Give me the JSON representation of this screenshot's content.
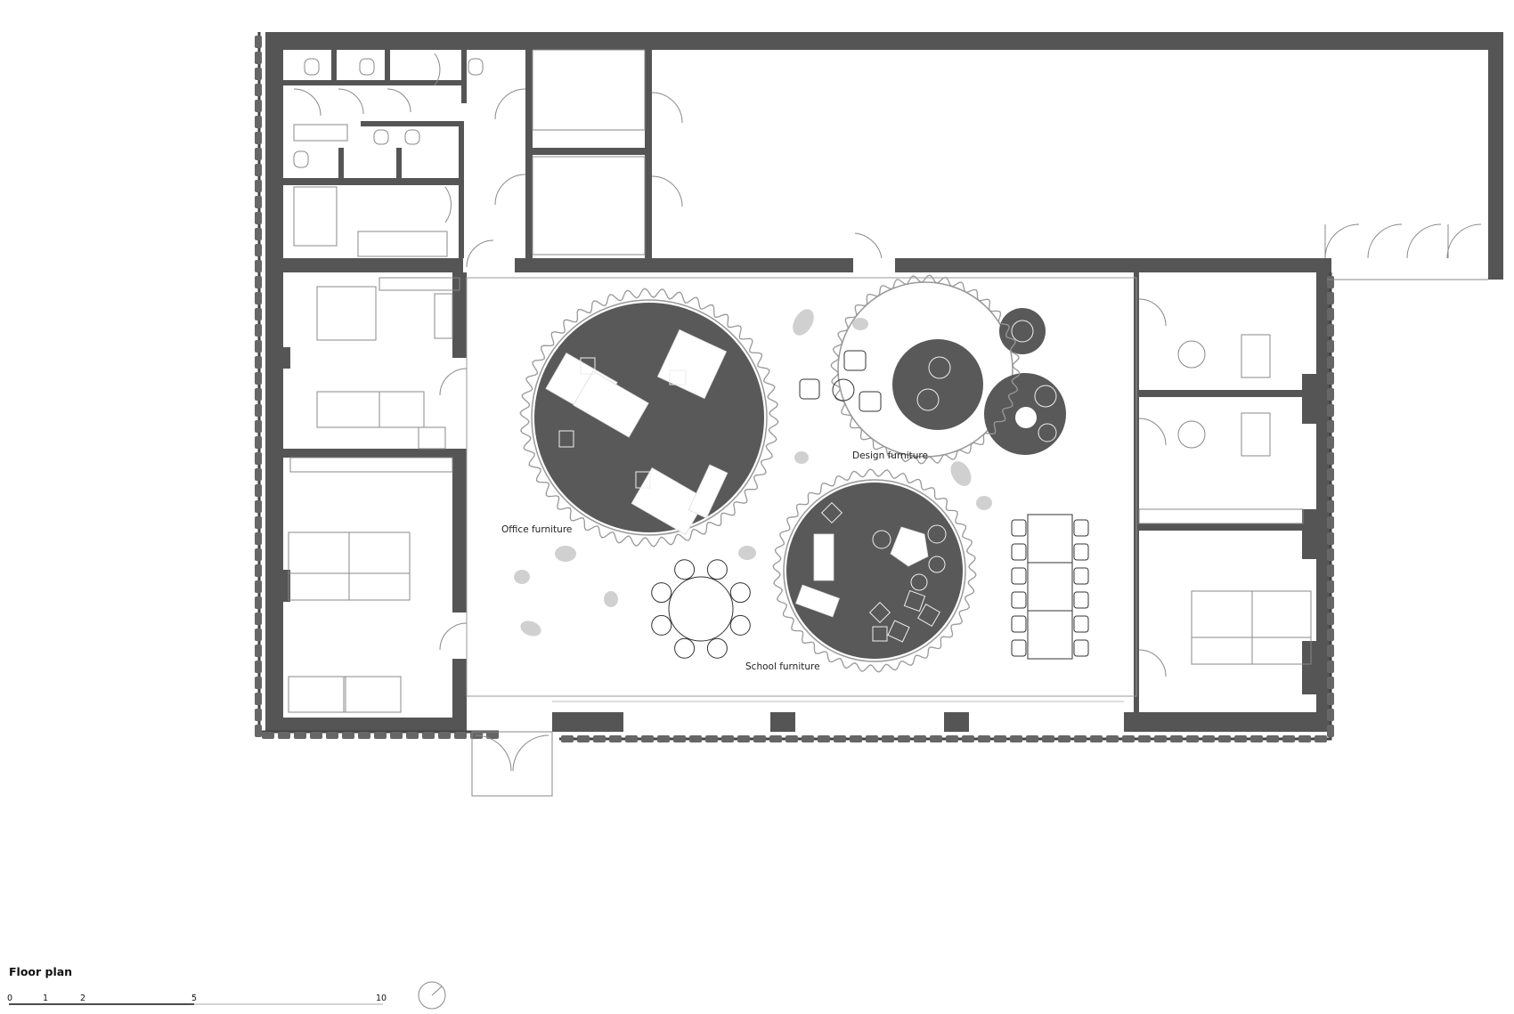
{
  "labels": {
    "office": "Office furniture",
    "design": "Design furniture",
    "school": "School furniture"
  },
  "legend": {
    "title": "Floor plan",
    "scale_ticks": [
      "0",
      "1",
      "2",
      "5",
      "10"
    ]
  },
  "colors": {
    "wall": "#555555",
    "platform": "#595959",
    "line": "#777777",
    "figure": "#d0d0d0"
  }
}
